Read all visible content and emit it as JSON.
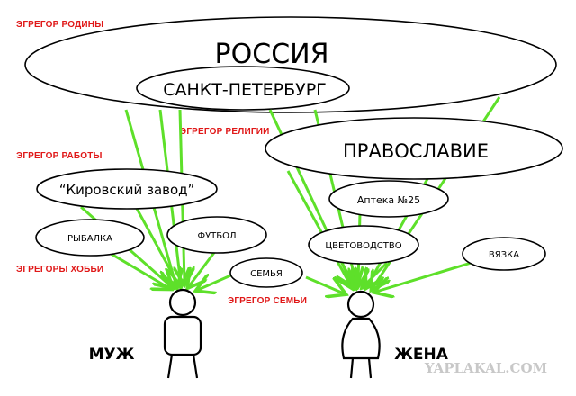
{
  "labels": {
    "egregor_rodiny": "ЭГРЕГОР РОДИНЫ",
    "egregor_religii": "ЭГРЕГОР РЕЛИГИИ",
    "egregor_raboty": "ЭГРЕГОР РАБОТЫ",
    "egregory_hobbi": "ЭГРЕГОРЫ ХОББИ",
    "egregor_semi": "ЭГРЕГОР СЕМЬИ"
  },
  "nodes": {
    "russia": "РОССИЯ",
    "spb": "САНКТ-ПЕТЕРБУРГ",
    "orthodoxy": "ПРАВОСЛАВИЕ",
    "kirov": "“Кировский завод”",
    "pharmacy": "Аптека №25",
    "fishing": "РЫБАЛКА",
    "football": "ФУТБОЛ",
    "family": "СЕМЬЯ",
    "floriculture": "ЦВЕТОВОДСТВО",
    "knitting": "ВЯЗКА"
  },
  "people": {
    "husband": "МУЖ",
    "wife": "ЖЕНА"
  },
  "watermark": "YAPLAKAL.COM",
  "colors": {
    "label_red": "#e01818",
    "arrow_green": "#5ee02a",
    "outline": "#000000"
  }
}
